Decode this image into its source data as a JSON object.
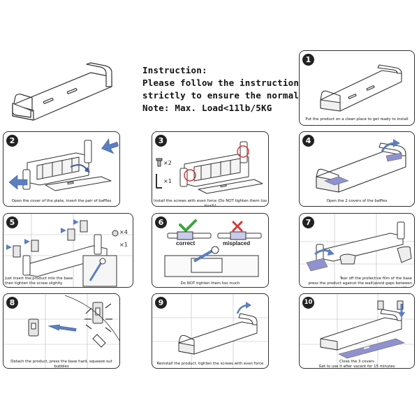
{
  "instruction": {
    "heading": "Instruction:",
    "line1": "Please follow the instruction",
    "line2": "strictly to ensure the normal use.",
    "line3": "Note: Max. Load<11lb/5KG"
  },
  "steps": [
    {
      "number": "1",
      "caption": "Put the product on a clean place to get ready to install"
    },
    {
      "number": "2",
      "caption": "Open the cover of the plate, insert the pair of baffles"
    },
    {
      "number": "3",
      "caption": "Install the screws with even force (Do NOT tighten them too much)"
    },
    {
      "number": "4",
      "caption": "Open the 2 covers of the baffles"
    },
    {
      "number": "5",
      "caption": "Just insert the product into the base\nthen tighten the screw slightly"
    },
    {
      "number": "6",
      "caption": "Do NOT tighten them too much"
    },
    {
      "number": "7",
      "caption": "Tear off the protective film of the base\npress the product against the wall(avoid gaps between tiles)"
    },
    {
      "number": "8",
      "caption": "Detach the product, press the base hard, squeeze out bubbles\nbetween the base and the wall by the wrench provided"
    },
    {
      "number": "9",
      "caption": "Reinstall the product, tighten the screws with even force"
    },
    {
      "number": "10",
      "caption": "Close the 3 covers\nGet to use it after vacant for 15 minutes"
    }
  ],
  "step3_parts": {
    "screws_qty": "×2",
    "wrench_qty": "×1"
  },
  "step5_parts": {
    "nuts_qty": "×4",
    "wrench_qty": "×1"
  },
  "step6_labels": {
    "correct": "correct",
    "misplaced": "misplaced"
  },
  "colors": {
    "panel_border": "#333333",
    "arrow_blue": "#5b7fc0",
    "film_purple": "#8f92cf",
    "check_green": "#3aa63a",
    "cross_red": "#d43a3a",
    "highlight_red": "#d33333"
  }
}
